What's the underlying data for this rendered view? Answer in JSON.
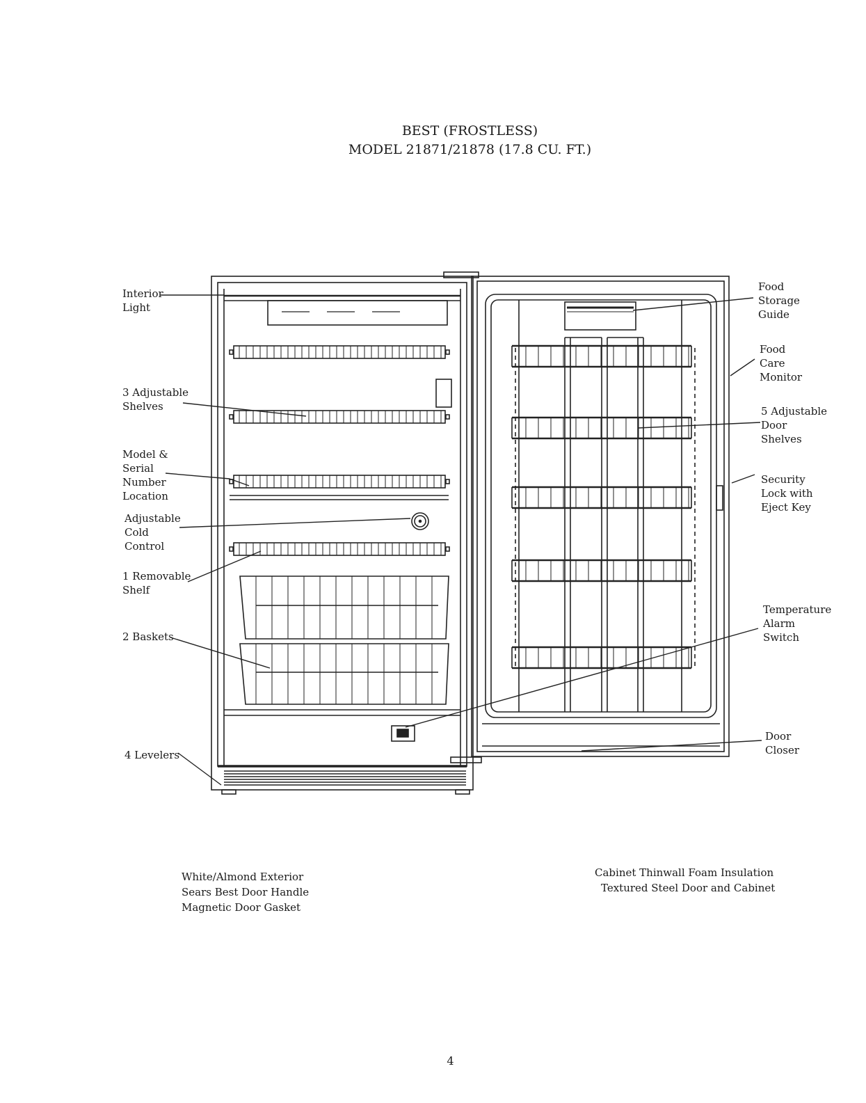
{
  "title": {
    "line1": "BEST (FROSTLESS)",
    "line2": "MODEL 21871/21878 (17.8 CU. FT.)"
  },
  "callouts": {
    "interior_light": "Interior\nLight",
    "adjustable_shelves": "3 Adjustable\nShelves",
    "model_serial": "Model &\nSerial\nNumber\nLocation",
    "cold_control": "Adjustable\nCold\nControl",
    "removable_shelf": "1 Removable\n Shelf",
    "baskets": "2 Baskets",
    "levelers": "4 Levelers",
    "food_storage_guide": "Food\nStorage\nGuide",
    "food_care_monitor": "Food\nCare\nMonitor",
    "door_shelves": "5 Adjustable\nDoor\nShelves",
    "security_lock": "Security\nLock with\nEject Key",
    "temperature_alarm": "Temperature\nAlarm\nSwitch",
    "door_closer": "Door\nCloser"
  },
  "features_left": [
    "White/Almond Exterior",
    "Sears Best Door Handle",
    "Magnetic Door Gasket"
  ],
  "features_right": [
    "Cabinet Thinwall Foam Insulation",
    "Textured Steel Door and Cabinet"
  ],
  "page_number": "4"
}
